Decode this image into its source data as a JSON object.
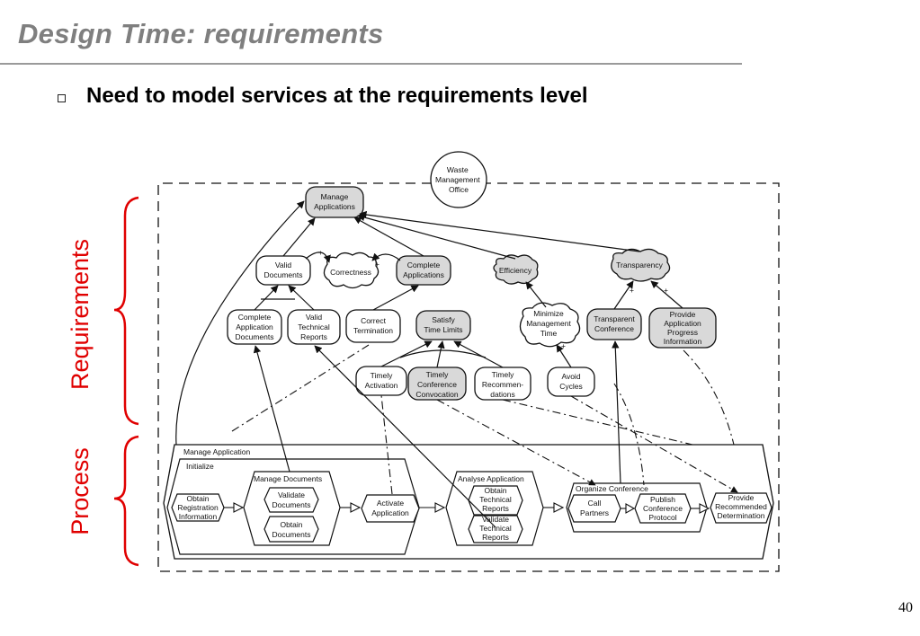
{
  "slide": {
    "title": "Design Time: requirements",
    "bullet": "Need to model services at the requirements level",
    "page_number": "40"
  },
  "diagram": {
    "side_labels": {
      "requirements": "Requirements",
      "process": "Process"
    },
    "actor": [
      "Waste",
      "Management",
      "Office"
    ],
    "goals": {
      "manage_applications": [
        "Manage",
        "Applications"
      ],
      "valid_documents": [
        "Valid",
        "Documents"
      ],
      "correctness": [
        "Correctness"
      ],
      "complete_applications": [
        "Complete",
        "Applications"
      ],
      "efficiency": [
        "Efficiency"
      ],
      "transparency": [
        "Transparency"
      ],
      "complete_application_documents": [
        "Complete",
        "Application",
        "Documents"
      ],
      "valid_technical_reports": [
        "Valid",
        "Technical",
        "Reports"
      ],
      "correct_termination": [
        "Correct",
        "Termination"
      ],
      "satisfy_time_limits": [
        "Satisfy",
        "Time Limits"
      ],
      "minimize_management_time": [
        "Minimize",
        "Management",
        "Time"
      ],
      "transparent_conference": [
        "Transparent",
        "Conference"
      ],
      "provide_application_progress_information": [
        "Provide",
        "Application",
        "Progress",
        "Information"
      ],
      "timely_activation": [
        "Timely",
        "Activation"
      ],
      "timely_conference_convocation": [
        "Timely",
        "Conference",
        "Convocation"
      ],
      "timely_recommendations": [
        "Timely",
        "Recommen-",
        "dations"
      ],
      "avoid_cycles": [
        "Avoid",
        "Cycles"
      ]
    },
    "contribution_plus": "+",
    "process": {
      "manage_application": "Manage Application",
      "initialize": "Initialize",
      "obtain_registration_information": [
        "Obtain",
        "Registration",
        "Information"
      ],
      "manage_documents": "Manage Documents",
      "validate_documents": [
        "Validate",
        "Documents"
      ],
      "obtain_documents": [
        "Obtain",
        "Documents"
      ],
      "activate_application": [
        "Activate",
        "Application"
      ],
      "analyse_application": "Analyse Application",
      "obtain_technical_reports": [
        "Obtain",
        "Technical",
        "Reports"
      ],
      "validate_technical_reports": [
        "Validate",
        "Technical",
        "Reports"
      ],
      "organize_conference": "Organize Conference",
      "call_partners": [
        "Call",
        "Partners"
      ],
      "publish_conference_protocol": [
        "Publish",
        "Conference",
        "Protocol"
      ],
      "provide_recommended_determination": [
        "Provide",
        "Recommended",
        "Determination"
      ]
    }
  }
}
